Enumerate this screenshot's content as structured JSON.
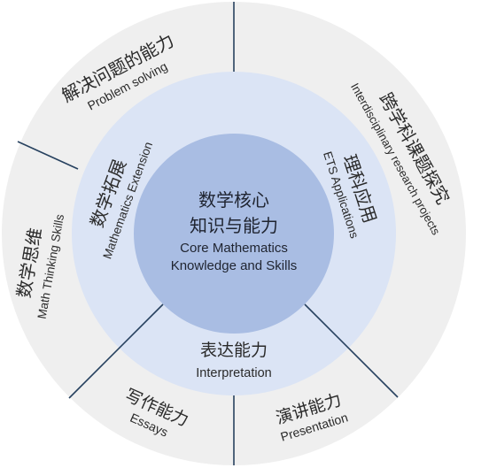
{
  "colors": {
    "outer_ring": "#efefef",
    "middle_ring": "#dbe4f5",
    "center": "#a9bde3",
    "divider": "#27415f",
    "text": "#2a2a2a"
  },
  "center": {
    "zh_line1": "数学核心",
    "zh_line2": "知识与能力",
    "en_line1": "Core Mathematics",
    "en_line2": "Knowledge and Skills"
  },
  "middle_ring": [
    {
      "zh": "数学拓展",
      "en": "Mathematics Extension"
    },
    {
      "zh": "理科应用",
      "en": "ETS Applications"
    },
    {
      "zh": "表达能力",
      "en": "Interpretation"
    }
  ],
  "outer_ring": [
    {
      "zh": "解决问题的能力",
      "en": "Problem solving"
    },
    {
      "zh": "跨学科课题探究",
      "en": "Interdisciplinary research projects"
    },
    {
      "zh": "数学思维",
      "en": "Math Thinking Skills"
    },
    {
      "zh": "写作能力",
      "en": "Essays"
    },
    {
      "zh": "演讲能力",
      "en": "Presentation"
    }
  ]
}
